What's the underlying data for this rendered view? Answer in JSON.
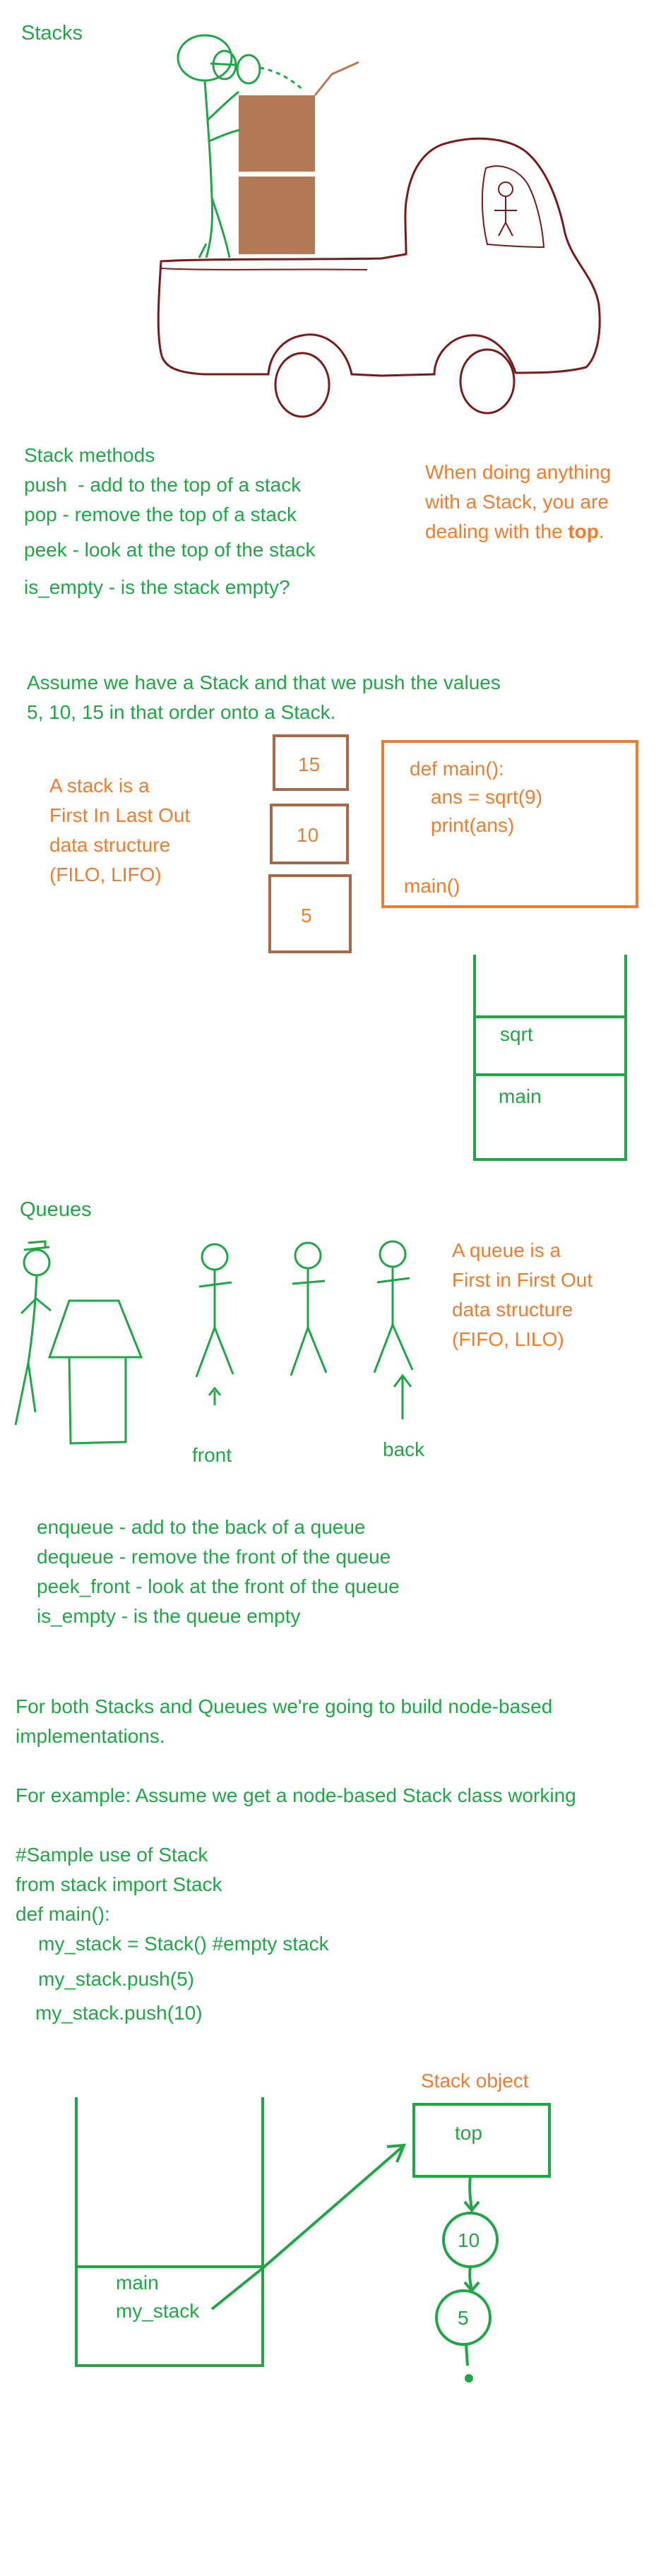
{
  "stacks": {
    "title": "Stacks"
  },
  "stack_methods": {
    "heading": "Stack methods",
    "push": "push  - add to the top of a stack",
    "pop": "pop - remove the top of a stack",
    "peek": "peek - look at the top of the stack",
    "is_empty": "is_empty - is the stack empty?"
  },
  "top_note": {
    "line1": "When doing anything",
    "line2": "with a Stack, you are",
    "line3_prefix": "dealing with the ",
    "line3_bold": "top",
    "line3_suffix": "."
  },
  "assume": {
    "line1": "Assume we have a Stack and that we push the values",
    "line2": "5, 10, 15 in that order onto a Stack."
  },
  "filo": [
    "A stack is a",
    "First In Last Out",
    "data structure",
    "(FILO, LIFO)"
  ],
  "stack_boxes": [
    "15",
    "10",
    "5"
  ],
  "code1": {
    "line1": "def main():",
    "line2": "ans = sqrt(9)",
    "line3": "print(ans)",
    "line4": "main()"
  },
  "call_stack": {
    "top": "sqrt",
    "bottom": "main"
  },
  "queues": {
    "title": "Queues",
    "front_label": "front",
    "back_label": "back",
    "note": [
      "A queue is a",
      "First in First Out",
      "data structure",
      "(FIFO, LILO)"
    ]
  },
  "queue_methods": {
    "enqueue": "enqueue - add to the back of a queue",
    "dequeue": "dequeue - remove the front of the queue",
    "peek_front": "peek_front - look at the front of the queue",
    "is_empty": "is_empty - is the queue empty"
  },
  "both": {
    "line1": "For both Stacks and Queues we're going to build node-based",
    "line2": "implementations.",
    "example": "For example: Assume we get a node-based Stack class working"
  },
  "code2": {
    "comment": "#Sample use of Stack",
    "import": "from stack import Stack",
    "def": "def main():",
    "line1": "my_stack = Stack() #empty stack",
    "line2": "my_stack.push(5)",
    "line3": "my_stack.push(10)"
  },
  "bottom_diagram": {
    "frame_main": "main",
    "frame_var": "my_stack",
    "object_label": "Stack object",
    "top_label": "top",
    "node1": "10",
    "node2": "5"
  },
  "colors": {
    "green": "#21a647",
    "orange": "#f07c2e",
    "brown": "#b47a55",
    "maroon": "#7a1a1a",
    "box_brown": "#a8694a"
  }
}
